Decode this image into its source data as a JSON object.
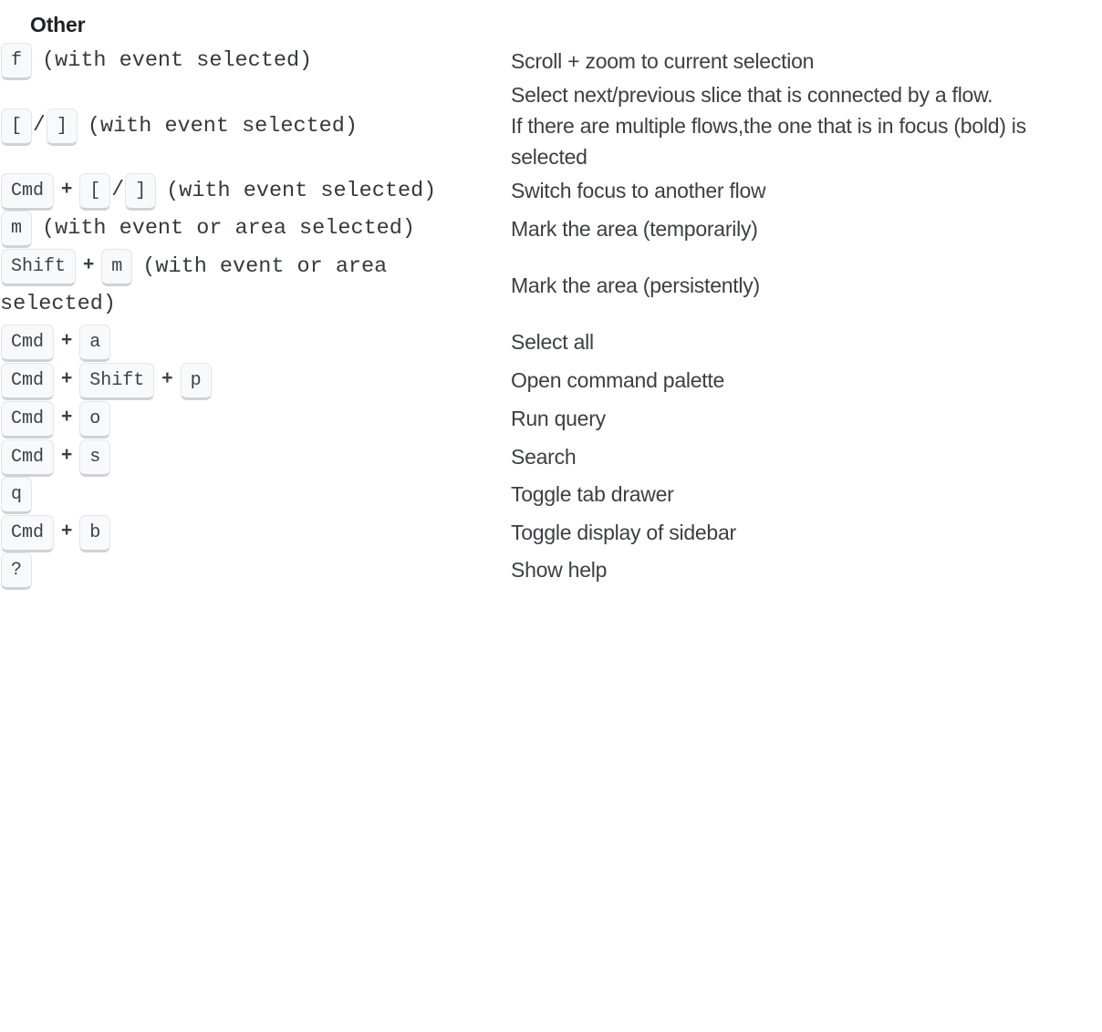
{
  "section": {
    "title": "Other"
  },
  "shortcuts": [
    {
      "id": "focus-selection",
      "keys": [
        {
          "type": "key",
          "label": "f"
        }
      ],
      "note": "(with event selected)",
      "description_lines": [
        "Scroll + zoom to current selection"
      ]
    },
    {
      "id": "select-next-prev-slice",
      "keys": [
        {
          "type": "key",
          "label": "["
        },
        {
          "type": "slash",
          "label": "/"
        },
        {
          "type": "key",
          "label": "]"
        }
      ],
      "note": "(with event selected)",
      "description_lines": [
        "Select next/previous slice that is connected by a flow.",
        "If there are multiple flows,the one that is in focus (bold) is selected"
      ]
    },
    {
      "id": "switch-flow-focus",
      "keys": [
        {
          "type": "key",
          "label": "Cmd"
        },
        {
          "type": "plus",
          "label": "+"
        },
        {
          "type": "key",
          "label": "["
        },
        {
          "type": "slash",
          "label": "/"
        },
        {
          "type": "key",
          "label": "]"
        }
      ],
      "note": "(with event selected)",
      "description_lines": [
        "Switch focus to another flow"
      ]
    },
    {
      "id": "mark-area-temporarily",
      "keys": [
        {
          "type": "key",
          "label": "m"
        }
      ],
      "note": "(with event or area selected)",
      "description_lines": [
        "Mark the area (temporarily)"
      ]
    },
    {
      "id": "mark-area-persistently",
      "keys": [
        {
          "type": "key",
          "label": "Shift"
        },
        {
          "type": "plus",
          "label": "+"
        },
        {
          "type": "key",
          "label": "m"
        }
      ],
      "note": "(with event or area selected)",
      "description_lines": [
        "Mark the area (persistently)"
      ]
    },
    {
      "id": "select-all",
      "keys": [
        {
          "type": "key",
          "label": "Cmd"
        },
        {
          "type": "plus",
          "label": "+"
        },
        {
          "type": "key",
          "label": "a"
        }
      ],
      "note": "",
      "description_lines": [
        "Select all"
      ]
    },
    {
      "id": "open-command-palette",
      "keys": [
        {
          "type": "key",
          "label": "Cmd"
        },
        {
          "type": "plus",
          "label": "+"
        },
        {
          "type": "key",
          "label": "Shift"
        },
        {
          "type": "plus",
          "label": "+"
        },
        {
          "type": "key",
          "label": "p"
        }
      ],
      "note": "",
      "description_lines": [
        "Open command palette"
      ]
    },
    {
      "id": "run-query",
      "keys": [
        {
          "type": "key",
          "label": "Cmd"
        },
        {
          "type": "plus",
          "label": "+"
        },
        {
          "type": "key",
          "label": "o"
        }
      ],
      "note": "",
      "description_lines": [
        "Run query"
      ]
    },
    {
      "id": "search",
      "keys": [
        {
          "type": "key",
          "label": "Cmd"
        },
        {
          "type": "plus",
          "label": "+"
        },
        {
          "type": "key",
          "label": "s"
        }
      ],
      "note": "",
      "description_lines": [
        "Search"
      ]
    },
    {
      "id": "toggle-tab-drawer",
      "keys": [
        {
          "type": "key",
          "label": "q"
        }
      ],
      "note": "",
      "description_lines": [
        "Toggle tab drawer"
      ]
    },
    {
      "id": "toggle-sidebar",
      "keys": [
        {
          "type": "key",
          "label": "Cmd"
        },
        {
          "type": "plus",
          "label": "+"
        },
        {
          "type": "key",
          "label": "b"
        }
      ],
      "note": "",
      "description_lines": [
        "Toggle display of sidebar"
      ]
    },
    {
      "id": "show-help",
      "keys": [
        {
          "type": "key",
          "label": "?"
        }
      ],
      "note": "",
      "description_lines": [
        "Show help"
      ]
    }
  ],
  "colors": {
    "background": "#ffffff",
    "key_background": "#f8f9fa",
    "key_border": "#e2e5e9",
    "key_shadow": "#ced2d7",
    "text": "#3c4043",
    "heading": "#202124"
  }
}
